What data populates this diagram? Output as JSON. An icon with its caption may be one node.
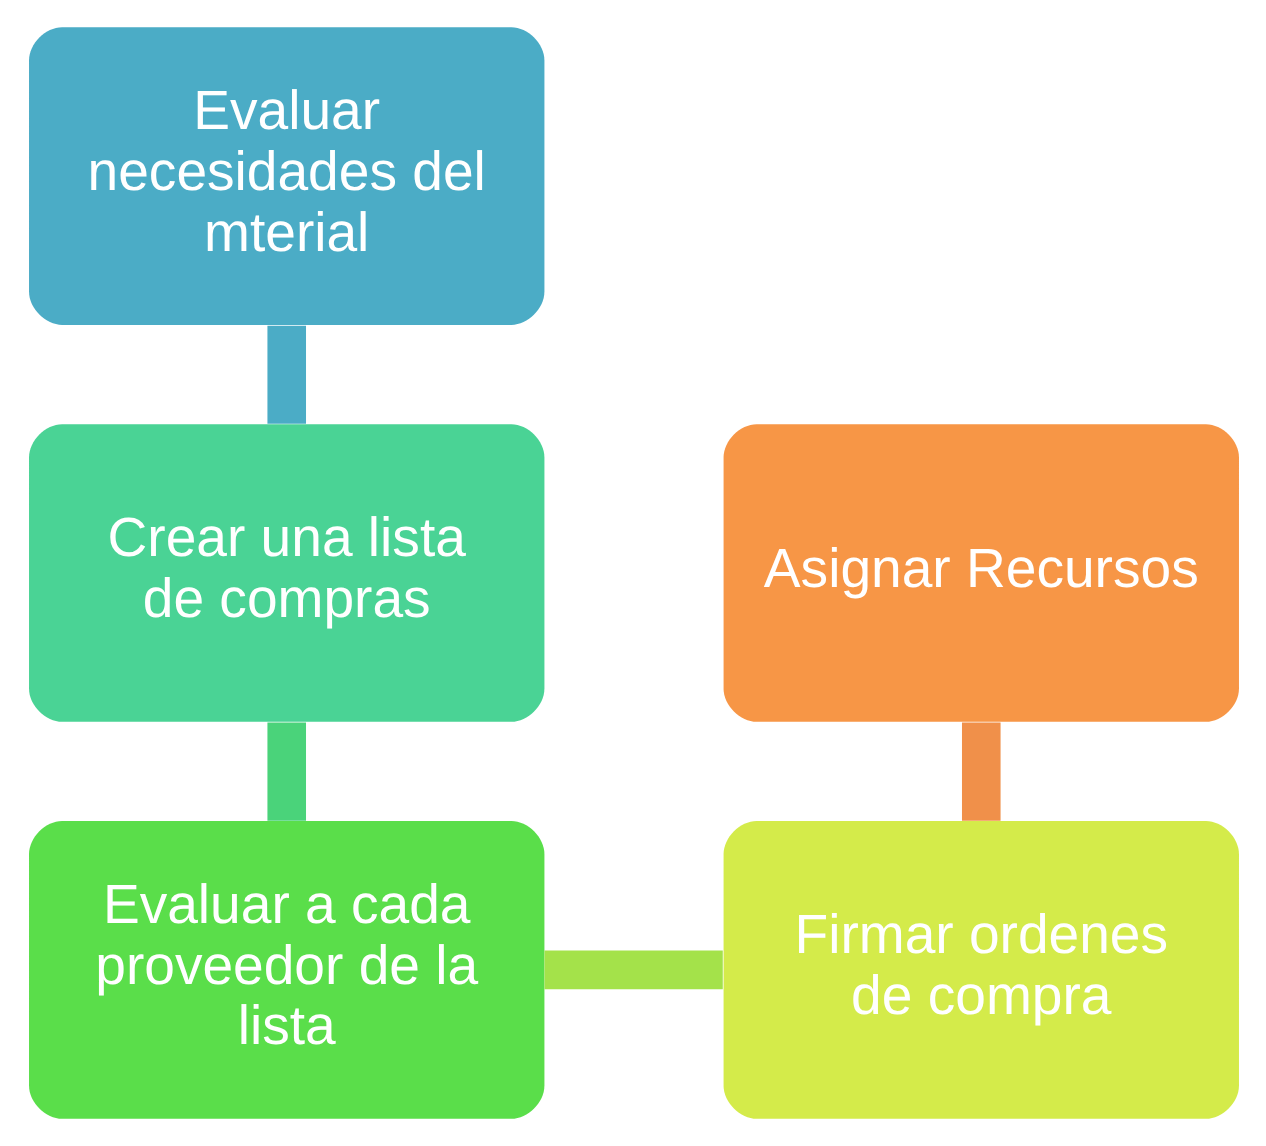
{
  "diagram": {
    "nodes": [
      {
        "text": [
          "Evaluar necesidades del mterial"
        ]
      },
      {
        "text": [
          "Crear una lista de compras"
        ]
      },
      {
        "text": [
          "Evaluar a cada proveedor de la lista"
        ]
      },
      {
        "text": [
          "Firmar ordenes de compra"
        ]
      },
      {
        "text": [
          "Asignar Recursos"
        ]
      }
    ],
    "edges": [
      {
        "from": 0,
        "to": 1,
        "arrow": "none",
        "color": "#4bacc6"
      },
      {
        "from": 1,
        "to": 2,
        "arrow": "none",
        "color": "#4ad37a"
      },
      {
        "from": 2,
        "to": 3,
        "arrow": "none",
        "color": "#a4e24a"
      },
      {
        "from": 3,
        "to": 4,
        "arrow": "none",
        "color": "#f0904a"
      }
    ]
  }
}
